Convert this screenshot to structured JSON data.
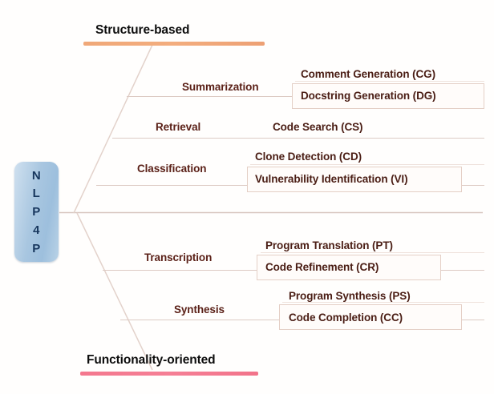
{
  "diagram": {
    "type": "fishbone-taxonomy",
    "root": {
      "label": "NLP4P",
      "letters": [
        "N",
        "L",
        "P",
        "4",
        "P"
      ],
      "color": "#a8c6e0"
    },
    "headings": {
      "top": {
        "text": "Structure-based",
        "bar_color": "#f0a878"
      },
      "bottom": {
        "text": "Functionality-oriented",
        "bar_color": "#f4788e"
      }
    },
    "branches": [
      {
        "id": "summarization",
        "category": "Summarization",
        "side": "top",
        "leaves": [
          {
            "text": "Comment Generation (CG)",
            "boxed": false
          },
          {
            "text": "Docstring Generation (DG)",
            "boxed": true
          }
        ]
      },
      {
        "id": "retrieval",
        "category": "Retrieval",
        "side": "top",
        "leaves": [
          {
            "text": "Code Search (CS)",
            "boxed": false
          }
        ]
      },
      {
        "id": "classification",
        "category": "Classification",
        "side": "top",
        "leaves": [
          {
            "text": "Clone Detection (CD)",
            "boxed": false
          },
          {
            "text": "Vulnerability Identification (VI)",
            "boxed": true
          }
        ]
      },
      {
        "id": "transcription",
        "category": "Transcription",
        "side": "bottom",
        "leaves": [
          {
            "text": "Program Translation (PT)",
            "boxed": false
          },
          {
            "text": "Code Refinement (CR)",
            "boxed": true
          }
        ]
      },
      {
        "id": "synthesis",
        "category": "Synthesis",
        "side": "bottom",
        "leaves": [
          {
            "text": "Program Synthesis (PS)",
            "boxed": false
          },
          {
            "text": "Code Completion (CC)",
            "boxed": true
          }
        ]
      }
    ],
    "colors": {
      "line": "#ddcbc4",
      "spine": "#d8c6bf",
      "category_text": "#5b2118",
      "leaf_text": "#4a1d14",
      "heading_text": "#0d0d0d",
      "background": "#fffefd"
    }
  }
}
